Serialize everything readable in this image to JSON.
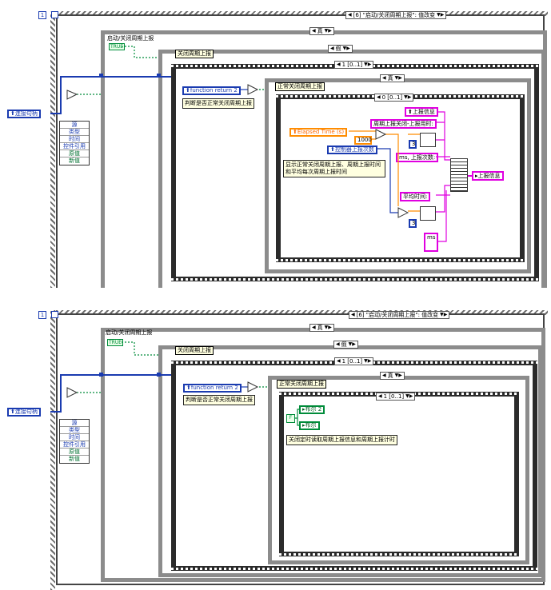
{
  "top": {
    "loop_index": "1",
    "event_selector": "[6] \"启动/关闭周期上报\": 值改变",
    "case_true": "真",
    "outer_label": "启动/关闭周期上报",
    "bool_const": "TRUE",
    "inner_label": "关闭周期上报",
    "case_false": "假",
    "seq_frame": "1 [0..1]",
    "func_ctrl": "function return 2",
    "func_comment": "判断是否正常关闭周期上报",
    "inner_case_true": "真",
    "normal_label": "正常关闭周期上报",
    "inner_seq_frame": "0 [0..1]",
    "report_info_in": "上报信息",
    "period_time_label": "周期上报关闭-上报用时:",
    "elapsed_ctrl": "Elapsed Time (s)",
    "const_1000": "1000",
    "controller_count": "控制器上报次数",
    "digit3_a": "3",
    "ms_count_label": "ms, 上报次数:",
    "display_comment": "显示正常关闭周期上报、周期上报时间和平均每次周期上报时间",
    "avg_time_label": "平均时间:",
    "digit3_b": "3",
    "ms_label": "ms",
    "report_info_out": "上报信息"
  },
  "bottom": {
    "loop_index": "1",
    "event_selector": "[6] \"启动/关闭周期上报\": 值改变",
    "case_true": "真",
    "outer_label": "启动/关闭周期上报",
    "bool_const": "TRUE",
    "inner_label": "关闭周期上报",
    "case_false": "假",
    "seq_frame": "1 [0..1]",
    "func_ctrl": "function return 2",
    "func_comment": "判断是否正常关闭周期上报",
    "inner_case_true": "真",
    "normal_label": "正常关闭周期上报",
    "inner_seq_frame": "1 [0..1]",
    "bool_f": "F",
    "bool2_label": "布尔 2",
    "bool_label": "布尔",
    "read_comment": "关闭定时读取周期上报信息和周期上报计时"
  },
  "shared": {
    "handle_ctrl": "连接句柄",
    "event_rows": [
      "源",
      "类型",
      "时间",
      "控件引用",
      "原值",
      "新值"
    ]
  },
  "colors": {
    "wire_blue": "#1a3bb0",
    "wire_orange": "#ff8c00",
    "wire_pink": "#e000e0",
    "wire_green": "#008c3a"
  }
}
